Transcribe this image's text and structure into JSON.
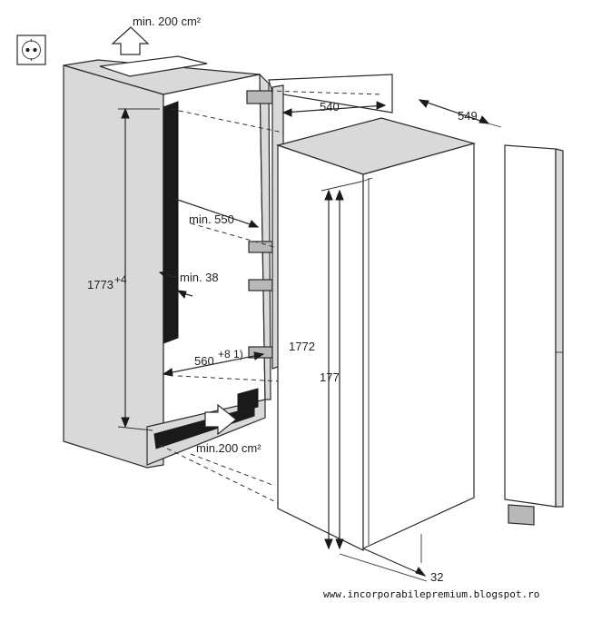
{
  "labels": {
    "vent_top": "min. 200 cm²",
    "vent_bottom": "min.200 cm²",
    "niche_depth": "min. 550",
    "gap": "min. 38",
    "niche_height": "1773",
    "niche_height_tol": "+4",
    "niche_width": "560",
    "niche_width_tol": "+8 1)",
    "appliance_width": "540",
    "appliance_depth": "549",
    "appliance_height": "1772",
    "door_height": "177",
    "door_offset": "32"
  },
  "footer": {
    "url": "www.incorporabilepremium.blogspot.ro"
  },
  "icons": {
    "socket": "power-socket-icon",
    "airflow_up": "arrow-up-icon",
    "airflow_in": "arrow-right-icon"
  }
}
